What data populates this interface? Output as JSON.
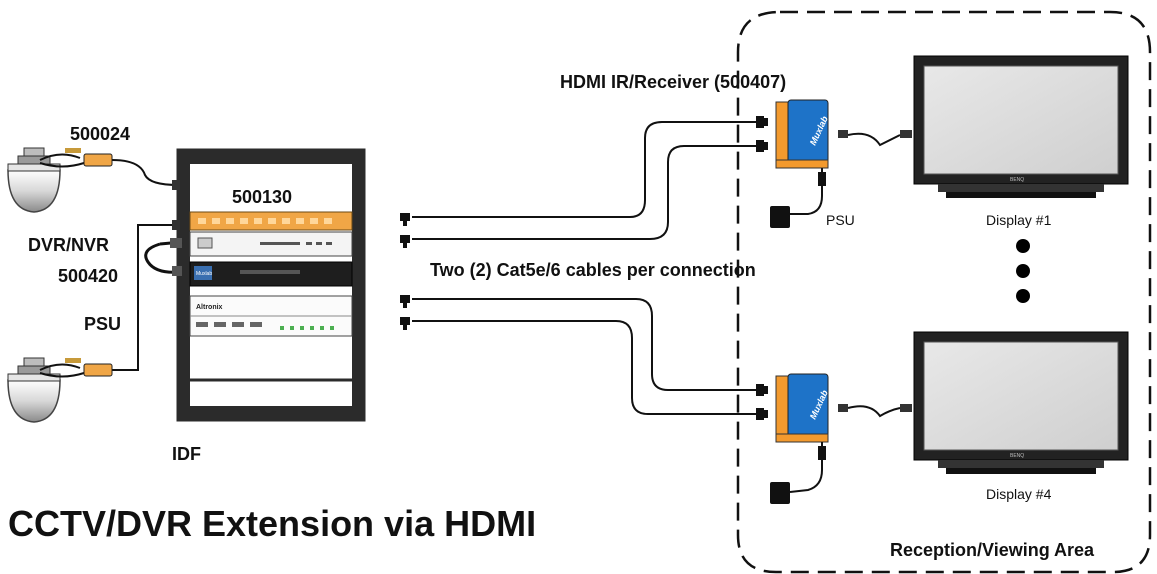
{
  "diagram": {
    "title": "CCTV/DVR Extension via HDMI",
    "labels": {
      "camera_part": "500024",
      "transmitter_part": "500130",
      "dvr_label": "DVR/NVR",
      "dvr_part": "500420",
      "psu_left": "PSU",
      "idf": "IDF",
      "receiver": "HDMI IR/Receiver (500407)",
      "cables_note": "Two (2) Cat5e/6 cables per connection",
      "psu_right": "PSU",
      "display_1": "Display #1",
      "display_4": "Display #4",
      "reception_area": "Reception/Viewing Area"
    },
    "device_text": {
      "receiver_brand": "Muxlab",
      "display_brand": "BENQ",
      "rack_unit_1": "Muxlab",
      "rack_unit_2": "Altronix"
    },
    "colors": {
      "receiver_orange": "#f39a2e",
      "receiver_blue": "#1e73c8",
      "transmitter_orange": "#f0a646",
      "rack_dark": "#2b2b2b",
      "display_frame": "#222222",
      "screen": "#dcdcdc"
    },
    "icons": [
      "dome-camera-icon",
      "server-rack-icon",
      "hdmi-receiver-icon",
      "display-icon",
      "psu-adapter-icon",
      "rj45-connector-icon"
    ]
  }
}
